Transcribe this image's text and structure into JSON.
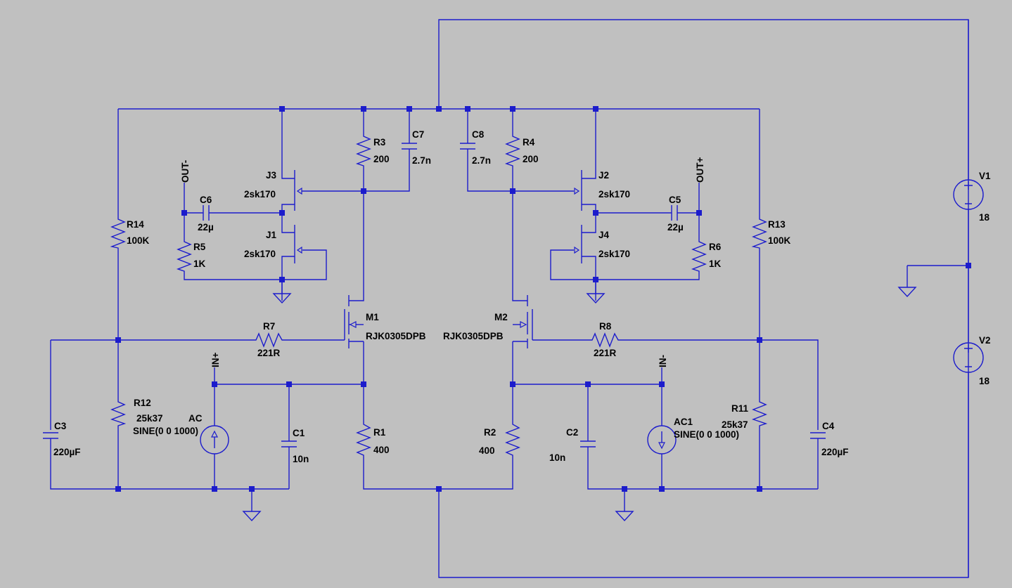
{
  "colors": {
    "background": "#c0c0c0",
    "wire": "#1c1ccc",
    "text": "#000000"
  },
  "components": {
    "R1": {
      "name": "R1",
      "value": "400"
    },
    "R2": {
      "name": "R2",
      "value": "400"
    },
    "R3": {
      "name": "R3",
      "value": "200"
    },
    "R4": {
      "name": "R4",
      "value": "200"
    },
    "R5": {
      "name": "R5",
      "value": "1K"
    },
    "R6": {
      "name": "R6",
      "value": "1K"
    },
    "R7": {
      "name": "R7",
      "value": "221R"
    },
    "R8": {
      "name": "R8",
      "value": "221R"
    },
    "R11": {
      "name": "R11",
      "value": "25k37"
    },
    "R12": {
      "name": "R12",
      "value": "25k37"
    },
    "R13": {
      "name": "R13",
      "value": "100K"
    },
    "R14": {
      "name": "R14",
      "value": "100K"
    },
    "C1": {
      "name": "C1",
      "value": "10n"
    },
    "C2": {
      "name": "C2",
      "value": "10n"
    },
    "C3": {
      "name": "C3",
      "value": "220µF"
    },
    "C4": {
      "name": "C4",
      "value": "220µF"
    },
    "C5": {
      "name": "C5",
      "value": "22µ"
    },
    "C6": {
      "name": "C6",
      "value": "22µ"
    },
    "C7": {
      "name": "C7",
      "value": "2.7n"
    },
    "C8": {
      "name": "C8",
      "value": "2.7n"
    },
    "J1": {
      "name": "J1",
      "value": "2sk170"
    },
    "J2": {
      "name": "J2",
      "value": "2sk170"
    },
    "J3": {
      "name": "J3",
      "value": "2sk170"
    },
    "J4": {
      "name": "J4",
      "value": "2sk170"
    },
    "M1": {
      "name": "M1",
      "value": "RJK0305DPB"
    },
    "M2": {
      "name": "M2",
      "value": "RJK0305DPB"
    },
    "V1": {
      "name": "V1",
      "value": "18"
    },
    "V2": {
      "name": "V2",
      "value": "18"
    },
    "AC": {
      "name": "AC",
      "value": "SINE(0 0 1000)"
    },
    "AC1": {
      "name": "AC1",
      "value": "SINE(0 0 1000)"
    }
  },
  "ports": {
    "out_minus": "OUT-",
    "out_plus": "OUT+",
    "in_plus": "IN+",
    "in_minus": "IN-"
  },
  "icons": {
    "ground": "ground-icon",
    "junction": "junction-dot",
    "vsource": "voltage-source-icon"
  }
}
